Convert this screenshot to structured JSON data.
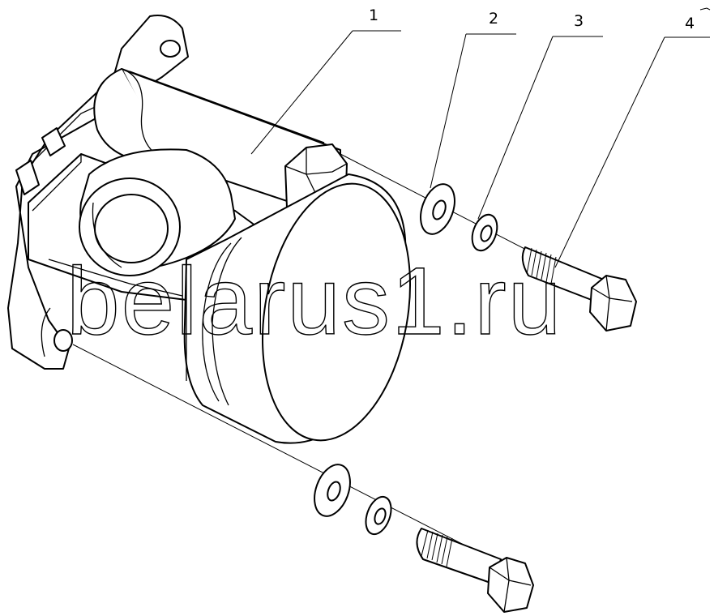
{
  "callouts": [
    {
      "label": "1"
    },
    {
      "label": "2"
    },
    {
      "label": "3"
    },
    {
      "label": "4"
    }
  ],
  "watermark": {
    "text": "belarus1.ru"
  },
  "colors": {
    "line": "#000000",
    "background": "#ffffff"
  }
}
